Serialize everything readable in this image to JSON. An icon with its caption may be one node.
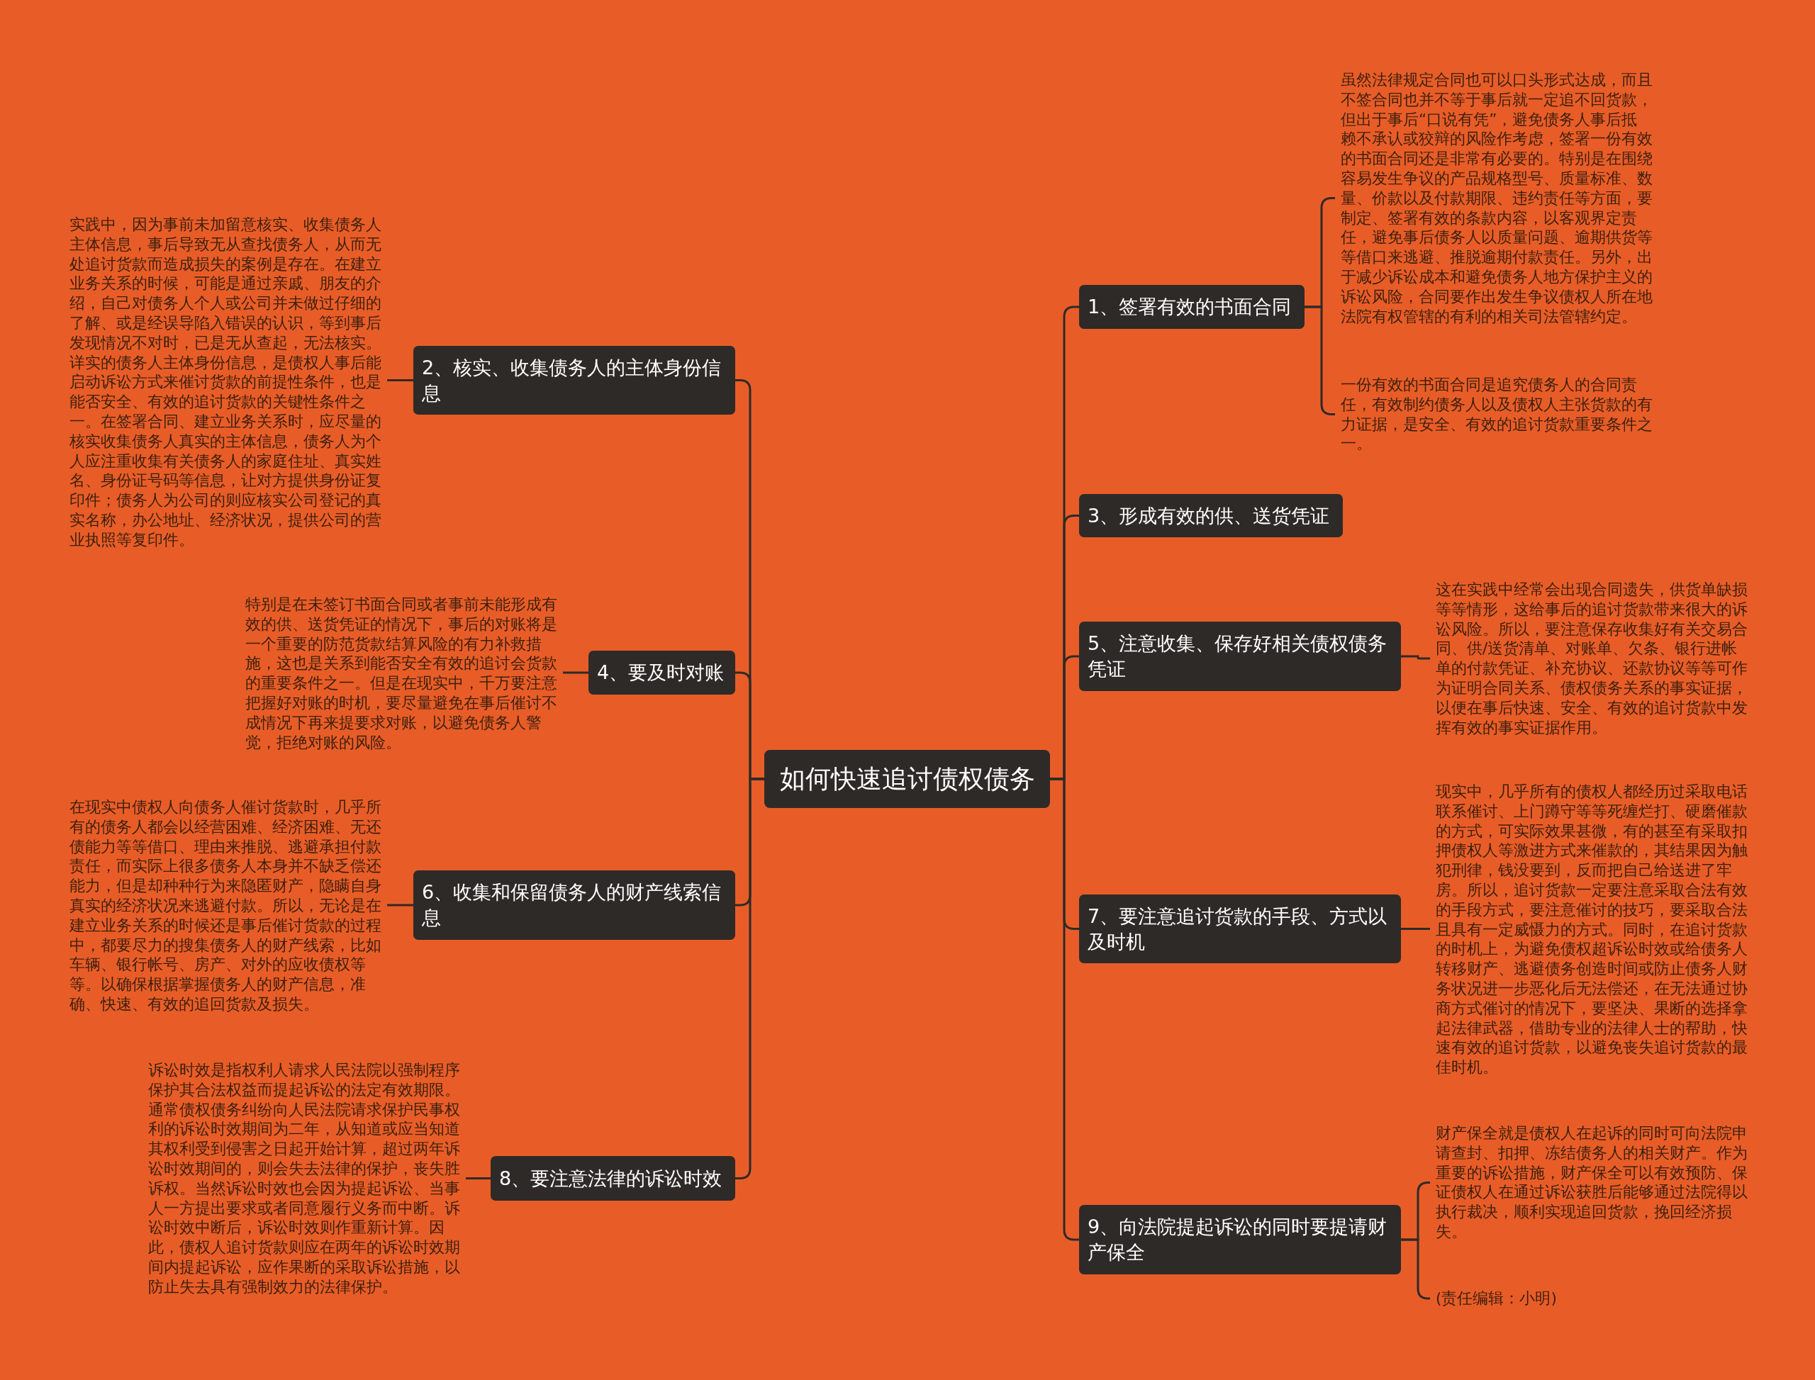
{
  "diagram": {
    "nodes": [
      {
        "text": [
          "如何快速追讨债权债务"
        ]
      },
      {
        "text": [
          "1、签署有效的书面合同"
        ]
      },
      {
        "text": [
          "虽然法律规定合同也可以口头形式达成，而且不签合同也并不等于事后就一定追不回货款，但出于事后“口说有凭”，避免债务人事后抵赖不承认或狡辩的风险作考虑，签署一份有效的书面合同还是非常有必要的。特别是在围绕容易发生争议的产品规格型号、质量标准、数量、价款以及付款期限、违约责任等方面，要制定、签署有效的条款内容，以客观界定责任，避免事后债务人以质量问题、逾期供货等等借口来逃避、推脱逾期付款责任。另外，出于减少诉讼成本和避免债务人地方保护主义的诉讼风险，合同要作出发生争议债权人所在地法院有权管辖的有利的相关司法管辖约定。"
        ]
      },
      {
        "text": [
          "一份有效的书面合同是追究债务人的合同责任，有效制约债务人以及债权人主张货款的有力证据，是安全、有效的追讨货款重要条件之一。"
        ]
      },
      {
        "text": [
          "2、核实、收集债务人的主体身份信息"
        ]
      },
      {
        "text": [
          "实践中，因为事前未加留意核实、收集债务人主体信息，事后导致无从查找债务人，从而无处追讨货款而造成损失的案例是存在。在建立业务关系的时候，可能是通过亲戚、朋友的介绍，自己对债务人个人或公司并未做过仔细的了解、或是经误导陷入错误的认识，等到事后发现情况不对时，已是无从查起，无法核实。详实的债务人主体身份信息，是债权人事后能启动诉讼方式来催讨货款的前提性条件，也是能否安全、有效的追讨货款的关键性条件之一。在签署合同、建立业务关系时，应尽量的核实收集债务人真实的主体信息，债务人为个人应注重收集有关债务人的家庭住址、真实姓名、身份证号码等信息，让对方提供身份证复印件；债务人为公司的则应核实公司登记的真实名称，办公地址、经济状况，提供公司的营业执照等复印件。"
        ]
      },
      {
        "text": [
          "3、形成有效的供、送货凭证"
        ]
      },
      {
        "text": [
          "4、要及时对账"
        ]
      },
      {
        "text": [
          "特别是在未签订书面合同或者事前未能形成有效的供、送货凭证的情况下，事后的对账将是一个重要的防范货款结算风险的有力补救措施，这也是关系到能否安全有效的追讨会货款的重要条件之一。但是在现实中，千万要注意把握好对账的时机，要尽量避免在事后催讨不成情况下再来提要求对账，以避免债务人警觉，拒绝对账的风险。"
        ]
      },
      {
        "text": [
          "5、注意收集、保存好相关债权债务凭证"
        ]
      },
      {
        "text": [
          "这在实践中经常会出现合同遗失，供货单缺损等等情形，这给事后的追讨货款带来很大的诉讼风险。所以，要注意保存收集好有关交易合同、供/送货清单、对账单、欠条、银行进帐单的付款凭证、补充协议、还款协议等等可作为证明合同关系、债权债务关系的事实证据，以便在事后快速、安全、有效的追讨货款中发挥有效的事实证据作用。"
        ]
      },
      {
        "text": [
          "6、收集和保留债务人的财产线索信息"
        ]
      },
      {
        "text": [
          "在现实中债权人向债务人催讨货款时，几乎所有的债务人都会以经营困难、经济困难、无还债能力等等借口、理由来推脱、逃避承担付款责任，而实际上很多债务人本身并不缺乏偿还能力，但是却种种行为来隐匿财产，隐瞒自身真实的经济状况来逃避付款。所以，无论是在建立业务关系的时候还是事后催讨货款的过程中，都要尽力的搜集债务人的财产线索，比如车辆、银行帐号、房产、对外的应收债权等等。以确保根据掌握债务人的财产信息，准确、快速、有效的追回货款及损失。"
        ]
      },
      {
        "text": [
          "7、要注意追讨货款的手段、方式以及时机"
        ]
      },
      {
        "text": [
          "现实中，几乎所有的债权人都经历过采取电话联系催讨、上门蹲守等等死缠烂打、硬磨催款的方式，可实际效果甚微，有的甚至有采取扣押债权人等激进方式来催款的，其结果因为触犯刑律，钱没要到，反而把自己给送进了牢房。所以，追讨货款一定要注意采取合法有效的手段方式，要注意催讨的技巧，要采取合法且具有一定威慑力的方式。同时，在追讨货款的时机上，为避免债权超诉讼时效或给债务人转移财产、逃避债务创造时间或防止债务人财务状况进一步恶化后无法偿还，在无法通过协商方式催讨的情况下，要坚决、果断的选择拿起法律武器，借助专业的法律人士的帮助，快速有效的追讨货款，以避免丧失追讨货款的最佳时机。"
        ]
      },
      {
        "text": [
          "8、要注意法律的诉讼时效"
        ]
      },
      {
        "text": [
          "诉讼时效是指权利人请求人民法院以强制程序保护其合法权益而提起诉讼的法定有效期限。通常债权债务纠纷向人民法院请求保护民事权利的诉讼时效期间为二年，从知道或应当知道其权利受到侵害之日起开始计算，超过两年诉讼时效期间的，则会失去法律的保护，丧失胜诉权。当然诉讼时效也会因为提起诉讼、当事人一方提出要求或者同意履行义务而中断。诉讼时效中断后，诉讼时效则作重新计算。因此，债权人追讨货款则应在两年的诉讼时效期间内提起诉讼，应作果断的采取诉讼措施，以防止失去具有强制效力的法律保护。"
        ]
      },
      {
        "text": [
          "9、向法院提起诉讼的同时要提请财产保全"
        ]
      },
      {
        "text": [
          "财产保全就是债权人在起诉的同时可向法院申请查封、扣押、冻结债务人的相关财产。作为重要的诉讼措施，财产保全可以有效预防、保证债权人在通过诉讼获胜后能够通过法院得以执行裁决，顺利实现追回货款，挽回经济损失。"
        ]
      },
      {
        "text": [
          "(责任编辑：小明)"
        ]
      }
    ],
    "edges": [
      {
        "from": 0,
        "to": 1,
        "arrow": "none"
      },
      {
        "from": 1,
        "to": 2,
        "arrow": "none"
      },
      {
        "from": 1,
        "to": 3,
        "arrow": "none"
      },
      {
        "from": 0,
        "to": 4,
        "arrow": "none"
      },
      {
        "from": 4,
        "to": 5,
        "arrow": "none"
      },
      {
        "from": 0,
        "to": 6,
        "arrow": "none"
      },
      {
        "from": 0,
        "to": 7,
        "arrow": "none"
      },
      {
        "from": 7,
        "to": 8,
        "arrow": "none"
      },
      {
        "from": 0,
        "to": 9,
        "arrow": "none"
      },
      {
        "from": 9,
        "to": 10,
        "arrow": "none"
      },
      {
        "from": 0,
        "to": 11,
        "arrow": "none"
      },
      {
        "from": 11,
        "to": 12,
        "arrow": "none"
      },
      {
        "from": 0,
        "to": 13,
        "arrow": "none"
      },
      {
        "from": 13,
        "to": 14,
        "arrow": "none"
      },
      {
        "from": 0,
        "to": 15,
        "arrow": "none"
      },
      {
        "from": 15,
        "to": 16,
        "arrow": "none"
      },
      {
        "from": 0,
        "to": 17,
        "arrow": "none"
      },
      {
        "from": 17,
        "to": 18,
        "arrow": "none"
      },
      {
        "from": 17,
        "to": 19,
        "arrow": "none"
      }
    ]
  }
}
